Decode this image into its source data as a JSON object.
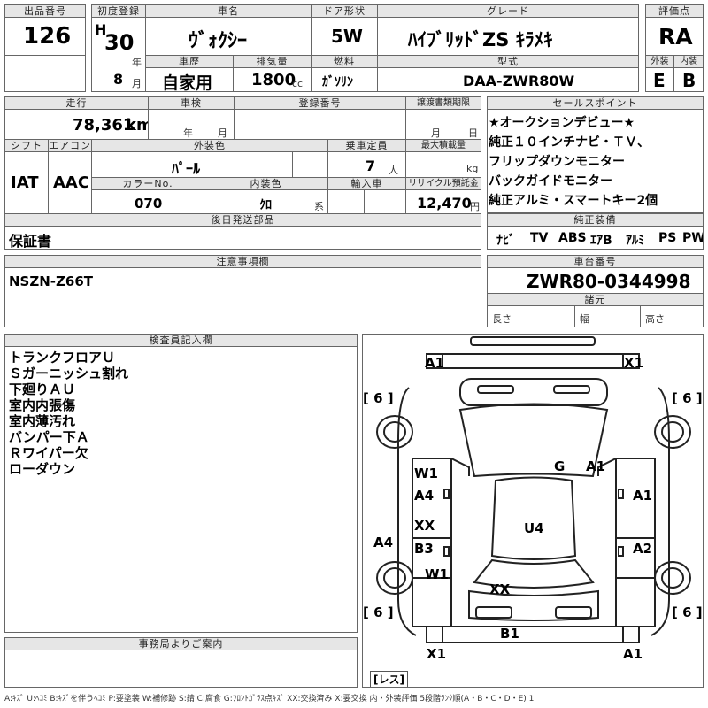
{
  "top": {
    "lot_no_label": "出品番号",
    "lot_no": "126",
    "first_reg_label": "初度登録",
    "era": "H",
    "year": "30",
    "year_unit": "年",
    "month": "8",
    "month_unit": "月",
    "car_name_label": "車名",
    "car_name": "ｳﾞｫｸｼｰ",
    "door_label": "ドア形状",
    "door": "5W",
    "grade_label": "グレード",
    "grade": "ﾊｲﾌﾞﾘｯﾄﾞZS ｷﾗﾒｷ",
    "score_label": "評価点",
    "score": "RA",
    "history_label": "車歴",
    "history": "自家用",
    "displacement_label": "排気量",
    "displacement": "1800",
    "displacement_unit": "cc",
    "fuel_label": "燃料",
    "fuel": "ｶﾞｿﾘﾝ",
    "model_label": "型式",
    "model": "DAA-ZWR80W",
    "exterior_label": "外装",
    "exterior": "E",
    "interior_label": "内装",
    "interior": "B"
  },
  "mid": {
    "mileage_label": "走行",
    "mileage": "78,361",
    "mileage_unit": "km",
    "inspection_label": "車検",
    "insp_year_unit": "年",
    "insp_month_unit": "月",
    "reg_no_label": "登録番号",
    "transfer_label": "譲渡書類期限",
    "transfer_month_unit": "月",
    "transfer_day_unit": "日",
    "shift_label": "シフト",
    "shift": "IAT",
    "ac_label": "エアコン",
    "ac": "AAC",
    "color_label": "外装色",
    "color": "ﾊﾟｰﾙ",
    "capacity_label": "乗車定員",
    "capacity": "7",
    "capacity_unit": "人",
    "max_load_label": "最大積載量",
    "max_load_unit": "kg",
    "color_no_label": "カラーNo.",
    "color_no": "070",
    "int_color_label": "内装色",
    "int_color": "ｸﾛ",
    "int_color_unit": "系",
    "import_label": "輸入車",
    "recycle_label": "リサイクル預託金",
    "recycle": "12,470",
    "recycle_unit": "円",
    "later_label": "後日発送部品",
    "later_items": "保証書"
  },
  "sales": {
    "label": "セールスポイント",
    "lines": [
      "★オークションデビュー★",
      "純正１０インチナビ・ＴＶ、",
      "フリップダウンモニター",
      "バックガイドモニター",
      "純正アルミ・スマートキー2個"
    ]
  },
  "equip": {
    "label": "純正装備",
    "items": [
      "ﾅﾋﾞ",
      "TV",
      "ABS",
      "ｴｱB",
      "ｱﾙﾐ",
      "PS",
      "PW"
    ]
  },
  "caution": {
    "label": "注意事項欄",
    "text": "NSZN-Z66T"
  },
  "chassis": {
    "label": "車台番号",
    "number": "ZWR80-0344998",
    "dims_label": "諸元",
    "length_label": "長さ",
    "width_label": "幅",
    "height_label": "高さ"
  },
  "inspector": {
    "label": "検査員記入欄",
    "lines": [
      "トランクフロアＵ",
      "Ｓガーニッシュ割れ",
      "下廻りＡＵ",
      "室内内張傷",
      "室内薄汚れ",
      "バンパー下Ａ",
      "Ｒワイパー欠",
      "ローダウン"
    ]
  },
  "diagram": {
    "marks": {
      "a1_rear_left": "A1",
      "x1_rear_right": "X1",
      "tire_rl": "[ 6 ]",
      "tire_rr": "[ 6 ]",
      "tire_fl": "[ 6 ]",
      "tire_fr": "[ 6 ]",
      "g": "G",
      "a1_roof": "A1",
      "w1_left_rear_door": "W1",
      "a4_left_rear_door": "A4",
      "a1_right_rear_door": "A1",
      "xx_left": "XX",
      "b3_left": "B3",
      "u4_roof": "U4",
      "a2_right": "A2",
      "a4_left_side": "A4",
      "w1_left_front": "W1",
      "xx_hood": "XX",
      "b1_front": "B1",
      "x1_front_left": "X1",
      "a1_front_right": "A1"
    },
    "less_label": "[レス]"
  },
  "office": {
    "label": "事務局よりご案内"
  },
  "legend": "A:ｷｽﾞ U:ﾍｺﾐ B:ｷｽﾞを伴うﾍｺﾐ P:要塗装 W:補修跡 S:錆 C:腐食 G:ﾌﾛﾝﾄｶﾞﾗｽ点ｷｽﾞ XX:交換済み X:要交換 内・外装評価 5段階ﾗﾝｸ順(A・B・C・D・E) 1",
  "colors": {
    "header_bg": "#e6e6e6",
    "border": "#666666"
  }
}
